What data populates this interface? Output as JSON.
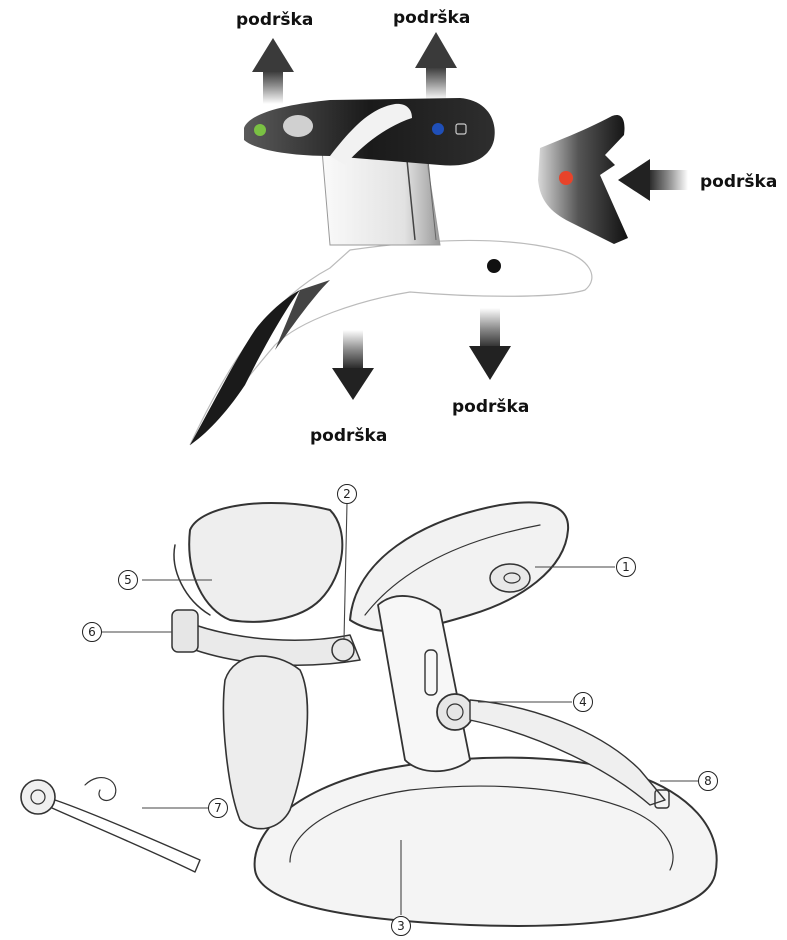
{
  "top_diagram": {
    "arrow_labels": [
      "podrška",
      "podrška",
      "podrška",
      "podrška",
      "podrška"
    ],
    "marker_colors": {
      "green": "#7ac143",
      "blue": "#1f4fb8",
      "red": "#e8432a",
      "black": "#111111"
    }
  },
  "parts_diagram": {
    "callouts": [
      "1",
      "2",
      "3",
      "4",
      "5",
      "6",
      "7",
      "8"
    ]
  }
}
